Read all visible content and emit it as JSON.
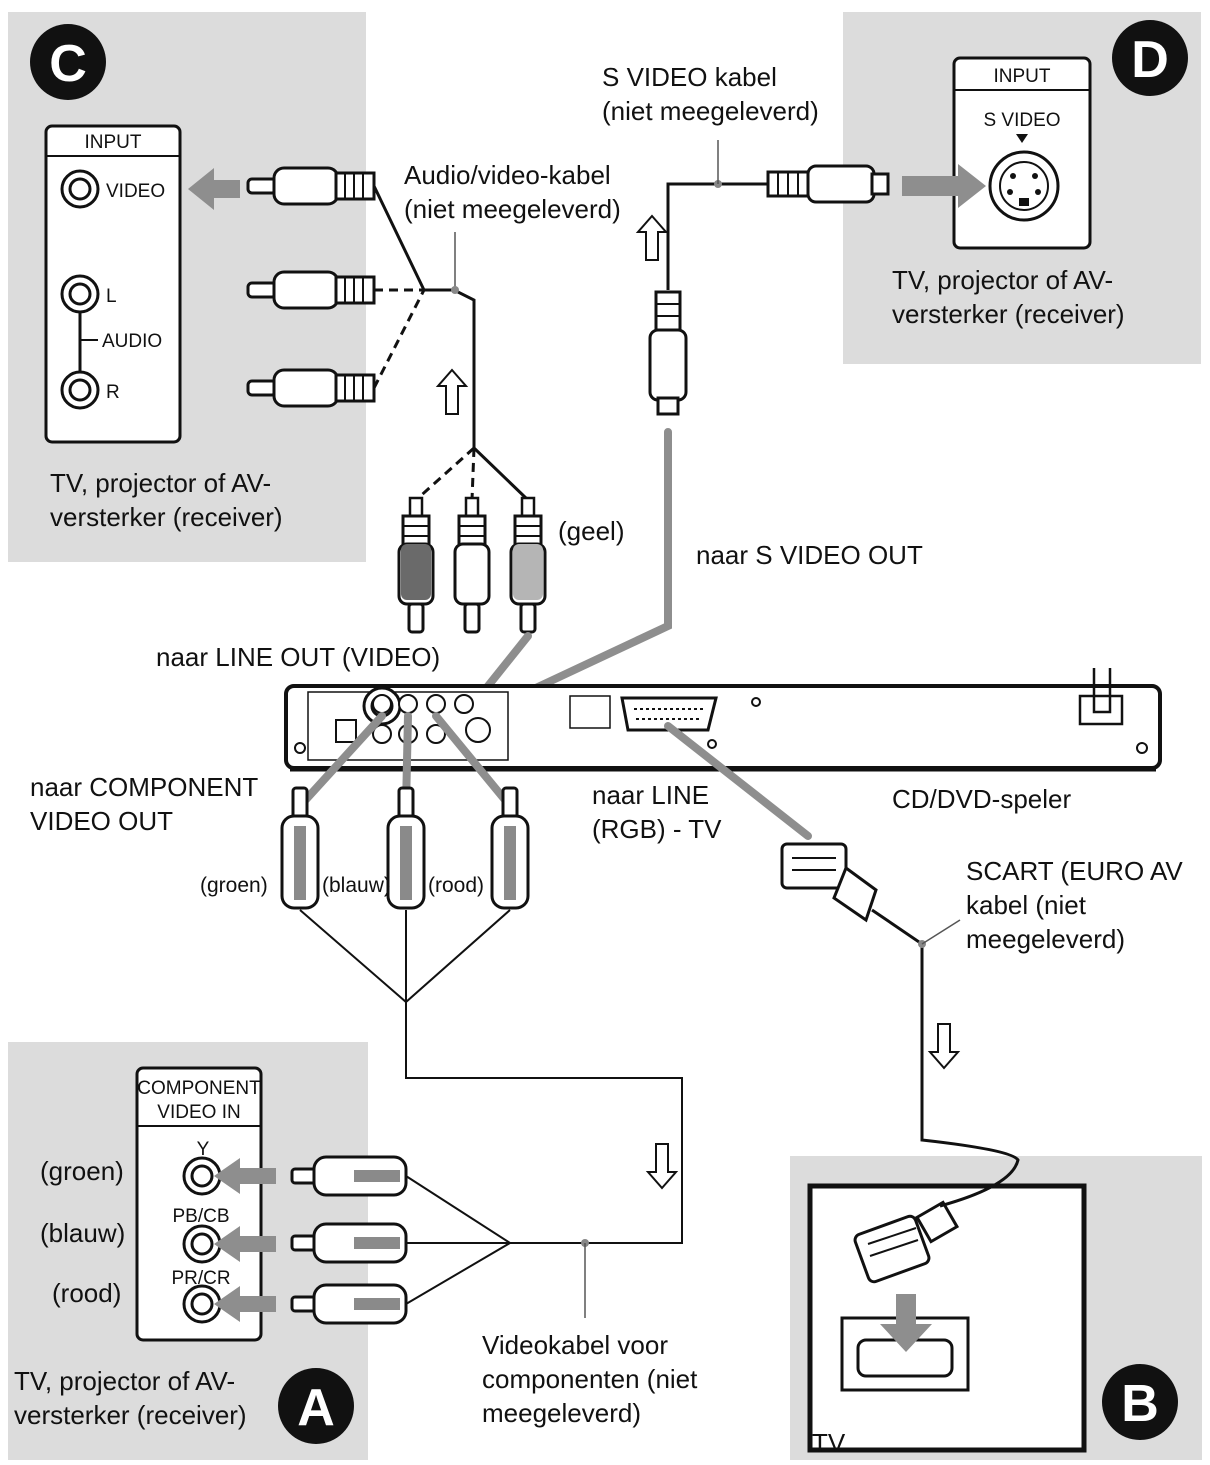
{
  "panels": {
    "c": {
      "badge": "C",
      "header": "INPUT",
      "video": "VIDEO",
      "left": "L",
      "audio": "AUDIO",
      "right": "R",
      "caption_1": "TV, projector of AV-",
      "caption_2": "versterker (receiver)"
    },
    "d": {
      "badge": "D",
      "header": "INPUT",
      "svideo": "S VIDEO",
      "caption_1": "TV, projector of AV-",
      "caption_2": "versterker (receiver)"
    },
    "a": {
      "badge": "A",
      "header_1": "COMPONENT",
      "header_2": "VIDEO IN",
      "y": "Y",
      "pb": "PB/CB",
      "pr": "PR/CR",
      "green": "(groen)",
      "blue": "(blauw)",
      "red": "(rood)",
      "caption_1": "TV, projector of AV-",
      "caption_2": "versterker (receiver)"
    },
    "b": {
      "badge": "B",
      "caption": "TV"
    }
  },
  "labels": {
    "av_cable_1": "Audio/video-kabel",
    "av_cable_2": "(niet meegeleverd)",
    "svideo_cable_1": "S VIDEO kabel",
    "svideo_cable_2": "(niet meegeleverd)",
    "yellow": "(geel)",
    "to_svideo_out": "naar S VIDEO OUT",
    "to_line_out": "naar LINE OUT (VIDEO)",
    "to_component_1": "naar COMPONENT",
    "to_component_2": "VIDEO OUT",
    "to_line_rgb_1": "naar LINE",
    "to_line_rgb_2": "(RGB) - TV",
    "player": "CD/DVD-speler",
    "scart_1": "SCART (EURO AV",
    "scart_2": "kabel (niet",
    "scart_3": "meegeleverd)",
    "plug_green": "(groen)",
    "plug_blue": "(blauw)",
    "plug_red": "(rood)",
    "component_cable_1": "Videokabel voor",
    "component_cable_2": "componenten (niet",
    "component_cable_3": "meegeleverd)"
  }
}
